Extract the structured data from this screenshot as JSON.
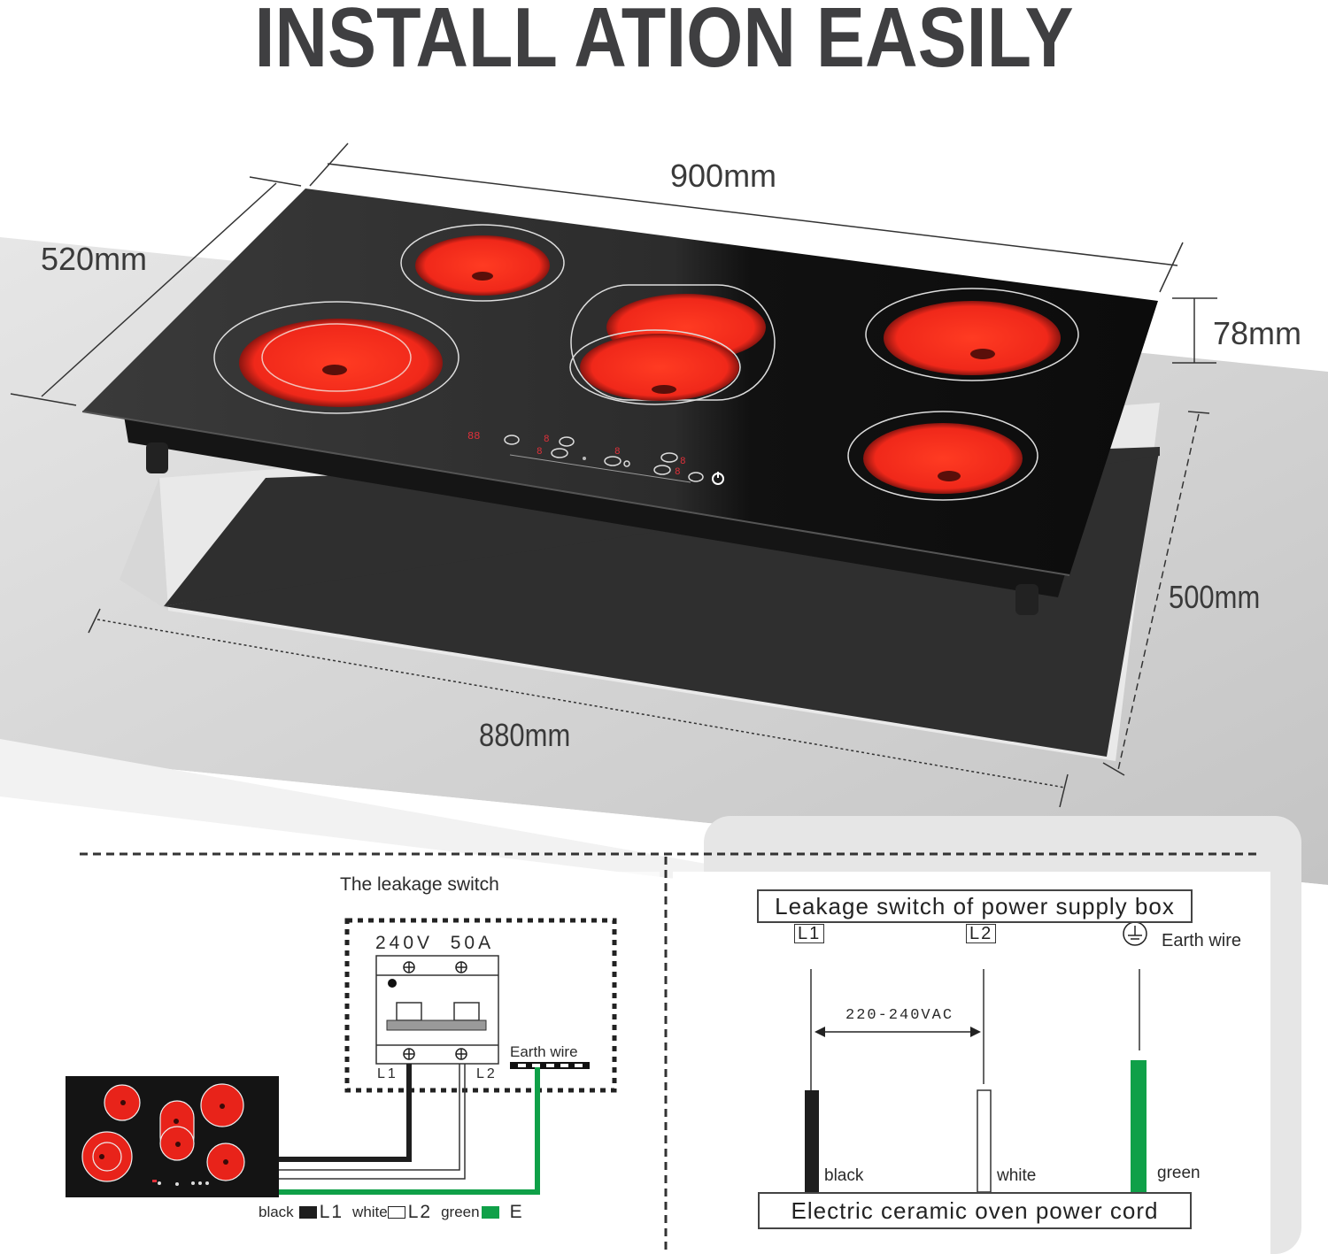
{
  "title": "INSTALL ATION EASILY",
  "dimensions": {
    "width_top": "900mm",
    "depth_top": "520mm",
    "height": "78mm",
    "cutout_depth": "500mm",
    "cutout_width": "880mm"
  },
  "cooktop": {
    "burner_count": 5,
    "glass_color": "#1a1a1a",
    "burner_color": "#ff2a1a",
    "control_panel": {
      "displays": [
        "88",
        "8",
        "8",
        "8",
        "8",
        "8"
      ],
      "icons": [
        "timer-icon",
        "power-icon",
        "lock-icon"
      ]
    }
  },
  "left_diagram": {
    "heading": "The leakage switch",
    "breaker_rating": "240V  50A",
    "terminal_l1": "L1",
    "terminal_l2": "L2",
    "earth_label": "Earth wire",
    "legend": [
      {
        "label": "black",
        "code": "L1",
        "color": "#1e1e1e"
      },
      {
        "label": "white",
        "code": "L2",
        "color": "#ffffff"
      },
      {
        "label": "green",
        "code": "E",
        "color": "#0fa048"
      }
    ]
  },
  "right_diagram": {
    "top_box": "Leakage switch of power supply box",
    "terminal_l1": "L1",
    "terminal_l2": "L2",
    "earth_label": "Earth wire",
    "voltage": "220-240VAC",
    "wires": [
      {
        "label": "black",
        "color": "#1e1e1e"
      },
      {
        "label": "white",
        "color": "#ffffff"
      },
      {
        "label": "green",
        "color": "#0fa048"
      }
    ],
    "bottom_box": "Electric ceramic oven power cord"
  },
  "colors": {
    "title": "#3f3f41",
    "counter_light": "#e2e2e2",
    "counter_dark": "#c9c9c9",
    "cutout": "#2f2f2f",
    "earth_green": "#0fa048"
  }
}
